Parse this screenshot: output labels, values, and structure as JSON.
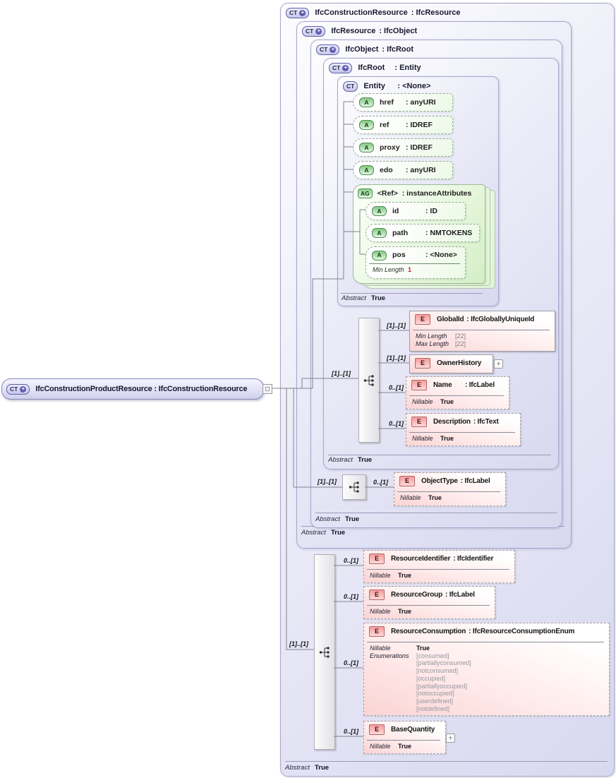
{
  "main_element": {
    "badge": "CT",
    "badge_plus": "+",
    "name": "IfcConstructionProductResource",
    "type": ": IfcConstructionResource"
  },
  "containers": {
    "ifc_construction_resource": {
      "badge": "CT",
      "badge_plus": "+",
      "name": "IfcConstructionResource",
      "type": ": IfcResource",
      "facet_label": "Abstract",
      "facet_value": "True"
    },
    "ifc_resource": {
      "badge": "CT",
      "badge_plus": "+",
      "name": "IfcResource",
      "type": ": IfcObject",
      "facet_label": "Abstract",
      "facet_value": "True"
    },
    "ifc_object": {
      "badge": "CT",
      "badge_plus": "+",
      "name": "IfcObject",
      "type": ": IfcRoot",
      "facet_label": "Abstract",
      "facet_value": "True"
    },
    "ifc_root": {
      "badge": "CT",
      "badge_plus": "+",
      "name": "IfcRoot",
      "type": ": Entity",
      "facet_label": "Abstract",
      "facet_value": "True"
    },
    "entity": {
      "badge": "CT",
      "name": "Entity",
      "type": ": <None>",
      "facet_label": "Abstract",
      "facet_value": "True"
    }
  },
  "entity_attributes": [
    {
      "badge": "A",
      "name": "href",
      "type": ": anyURI"
    },
    {
      "badge": "A",
      "name": "ref",
      "type": ": IDREF"
    },
    {
      "badge": "A",
      "name": "proxy",
      "type": ": IDREF"
    },
    {
      "badge": "A",
      "name": "edo",
      "type": ": anyURI"
    }
  ],
  "ref_group": {
    "badge": "AG",
    "name": "<Ref>",
    "type": ": instanceAttributes",
    "attributes": [
      {
        "badge": "A",
        "name": "id",
        "type": ": ID"
      },
      {
        "badge": "A",
        "name": "path",
        "type": ": NMTOKENS"
      },
      {
        "badge": "A",
        "name": "pos",
        "type": ": <None>",
        "facet_label": "Min Length",
        "facet_value": "1"
      }
    ]
  },
  "sequences": {
    "ifc_root": {
      "cardinality": "[1]..[1]"
    },
    "ifc_object": {
      "cardinality": "[1]..[1]"
    },
    "ifc_construction_resource": {
      "cardinality": "[1]..[1]"
    }
  },
  "elements": {
    "global_id": {
      "badge": "E",
      "cardinality": "[1]..[1]",
      "name": "GlobalId",
      "type": ": IfcGloballyUniqueId",
      "facets": [
        {
          "label": "Min Length",
          "value": "[22]"
        },
        {
          "label": "Max Length",
          "value": "[22]"
        }
      ]
    },
    "owner_history": {
      "badge": "E",
      "cardinality": "[1]..[1]",
      "name": "OwnerHistory",
      "expand": "+"
    },
    "name": {
      "badge": "E",
      "cardinality": "0..[1]",
      "name": "Name",
      "type": ": IfcLabel",
      "facets": [
        {
          "label": "Nillable",
          "value": "True"
        }
      ]
    },
    "description": {
      "badge": "E",
      "cardinality": "0..[1]",
      "name": "Description",
      "type": ": IfcText",
      "facets": [
        {
          "label": "Nillable",
          "value": "True"
        }
      ]
    },
    "object_type": {
      "badge": "E",
      "cardinality": "0..[1]",
      "name": "ObjectType",
      "type": ": IfcLabel",
      "facets": [
        {
          "label": "Nillable",
          "value": "True"
        }
      ]
    },
    "resource_identifier": {
      "badge": "E",
      "cardinality": "0..[1]",
      "name": "ResourceIdentifier",
      "type": ": IfcIdentifier",
      "facets": [
        {
          "label": "Nillable",
          "value": "True"
        }
      ]
    },
    "resource_group": {
      "badge": "E",
      "cardinality": "0..[1]",
      "name": "ResourceGroup",
      "type": ": IfcLabel",
      "facets": [
        {
          "label": "Nillable",
          "value": "True"
        }
      ]
    },
    "resource_consumption": {
      "badge": "E",
      "cardinality": "0..[1]",
      "name": "ResourceConsumption",
      "type": ": IfcResourceConsumptionEnum",
      "nillable_label": "Nillable",
      "nillable_value": "True",
      "enum_label": "Enumerations",
      "enumerations": [
        "[consumed]",
        "[partiallyconsumed]",
        "[notconsumed]",
        "[occupied]",
        "[partiallyoccupied]",
        "[notoccupied]",
        "[userdefined]",
        "[notdefined]"
      ]
    },
    "base_quantity": {
      "badge": "E",
      "cardinality": "0..[1]",
      "name": "BaseQuantity",
      "expand": "+",
      "facets": [
        {
          "label": "Nillable",
          "value": "True"
        }
      ]
    }
  }
}
